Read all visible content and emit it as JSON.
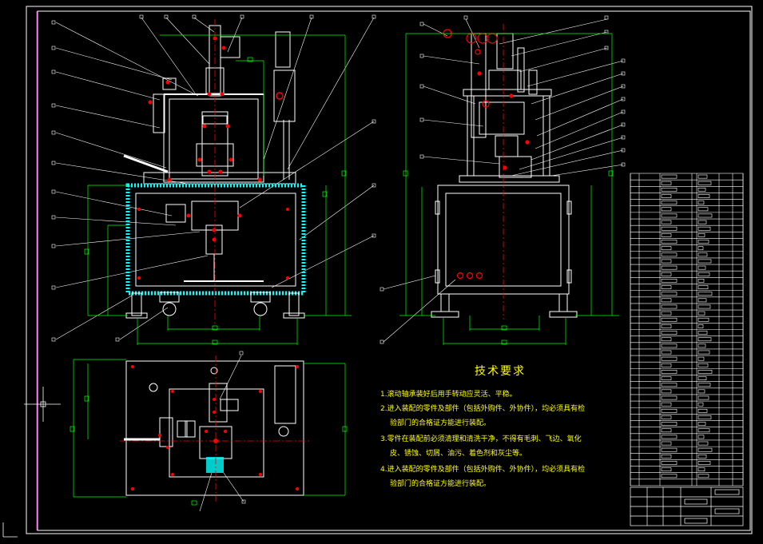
{
  "tech_requirements": {
    "title": "技术要求",
    "items": [
      "1.滚动轴承装好后用手转动应灵活、平稳。",
      "2.进入装配的零件及部件（包括外购件、外协件），均必须具有检",
      "验部门的合格证方能进行装配。",
      "3.零件在装配前必须清理和清洗干净，不得有毛刺、飞边、氧化",
      "皮、锈蚀、切屑、油污、着色剂和灰尘等。",
      "4.进入装配的零件及部件（包括外购件、外协件），均必须具有检",
      "验部门的合格证方能进行装配。"
    ]
  },
  "colors": {
    "background": "#000000",
    "drawing_white": "#ffffff",
    "dimension_green": "#00ff00",
    "highlight_red": "#ff0000",
    "text_yellow": "#ffff00",
    "hatch_cyan": "#00ffff",
    "frame_magenta": "#ff00ff"
  }
}
